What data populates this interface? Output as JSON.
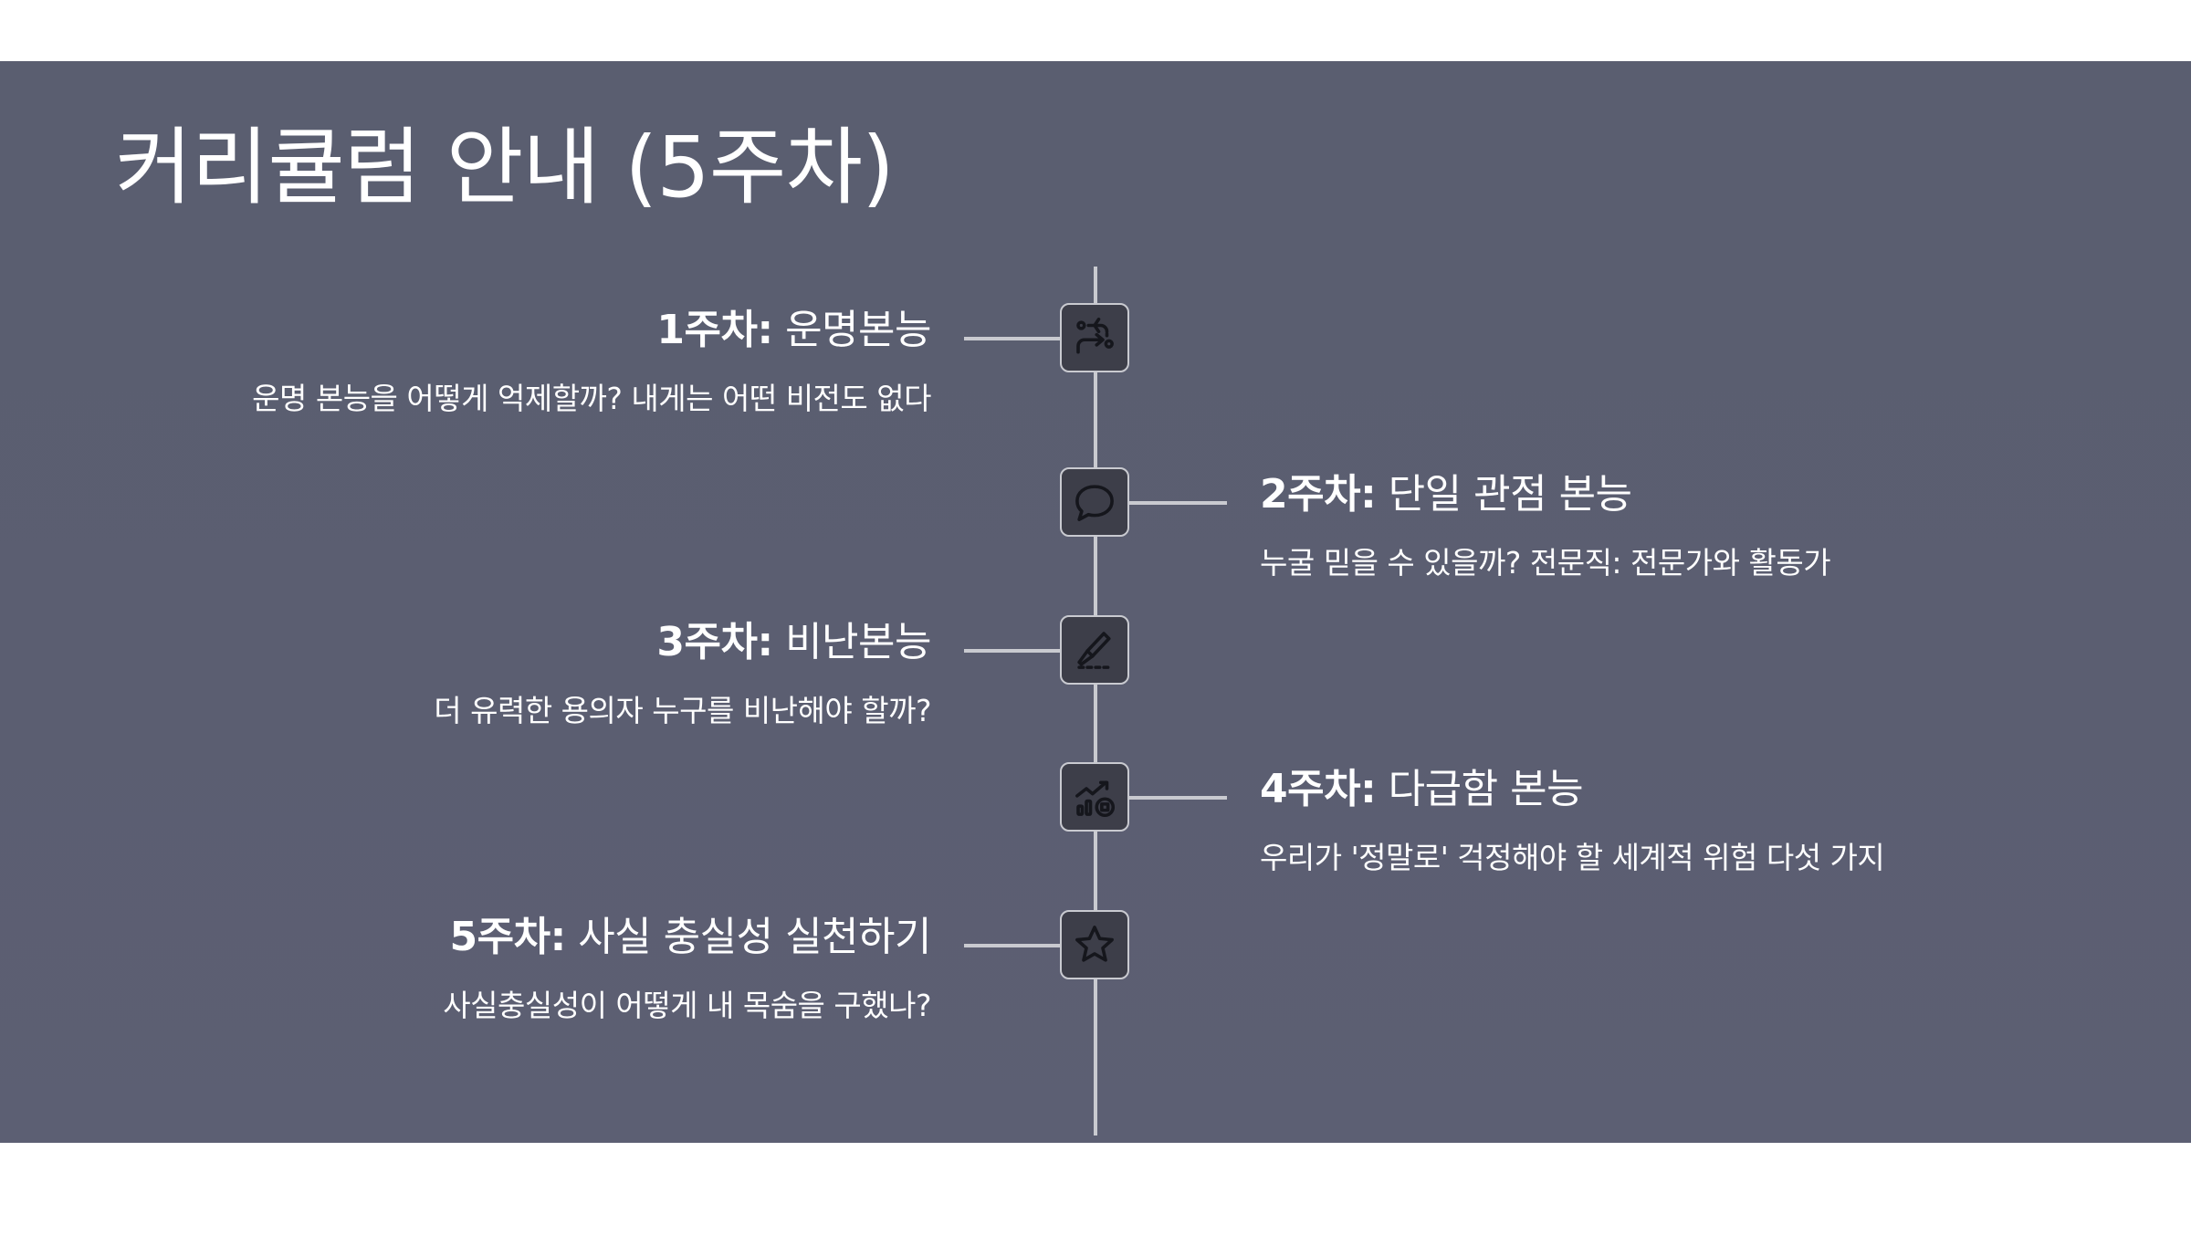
{
  "title": "커리큘럼 안내 (5주차)",
  "items": [
    {
      "week": "1주차:",
      "topic": "운명본능",
      "desc": "운명 본능을 어떻게 억제할까? 내게는 어떤 비전도 없다",
      "icon": "shuffle-icon"
    },
    {
      "week": "2주차:",
      "topic": "단일 관점 본능",
      "desc": "누굴 믿을 수 있을까? 전문직: 전문가와 활동가",
      "icon": "chat-bubble-icon"
    },
    {
      "week": "3주차:",
      "topic": "비난본능",
      "desc": "더 유력한 용의자 누구를 비난해야 할까?",
      "icon": "scalpel-icon"
    },
    {
      "week": "4주차:",
      "topic": "다급함 본능",
      "desc": "우리가 '정말로' 걱정해야 할 세계적 위험 다섯 가지",
      "icon": "chart-trend-icon"
    },
    {
      "week": "5주차:",
      "topic": "사실 충실성 실천하기",
      "desc": "사실충실성이 어떻게 내 목숨을 구했나?",
      "icon": "star-icon"
    }
  ],
  "colors": {
    "background": "#5a5e70",
    "line": "#c9cad0",
    "node_fill": "#3d3e49",
    "text": "#ffffff"
  }
}
